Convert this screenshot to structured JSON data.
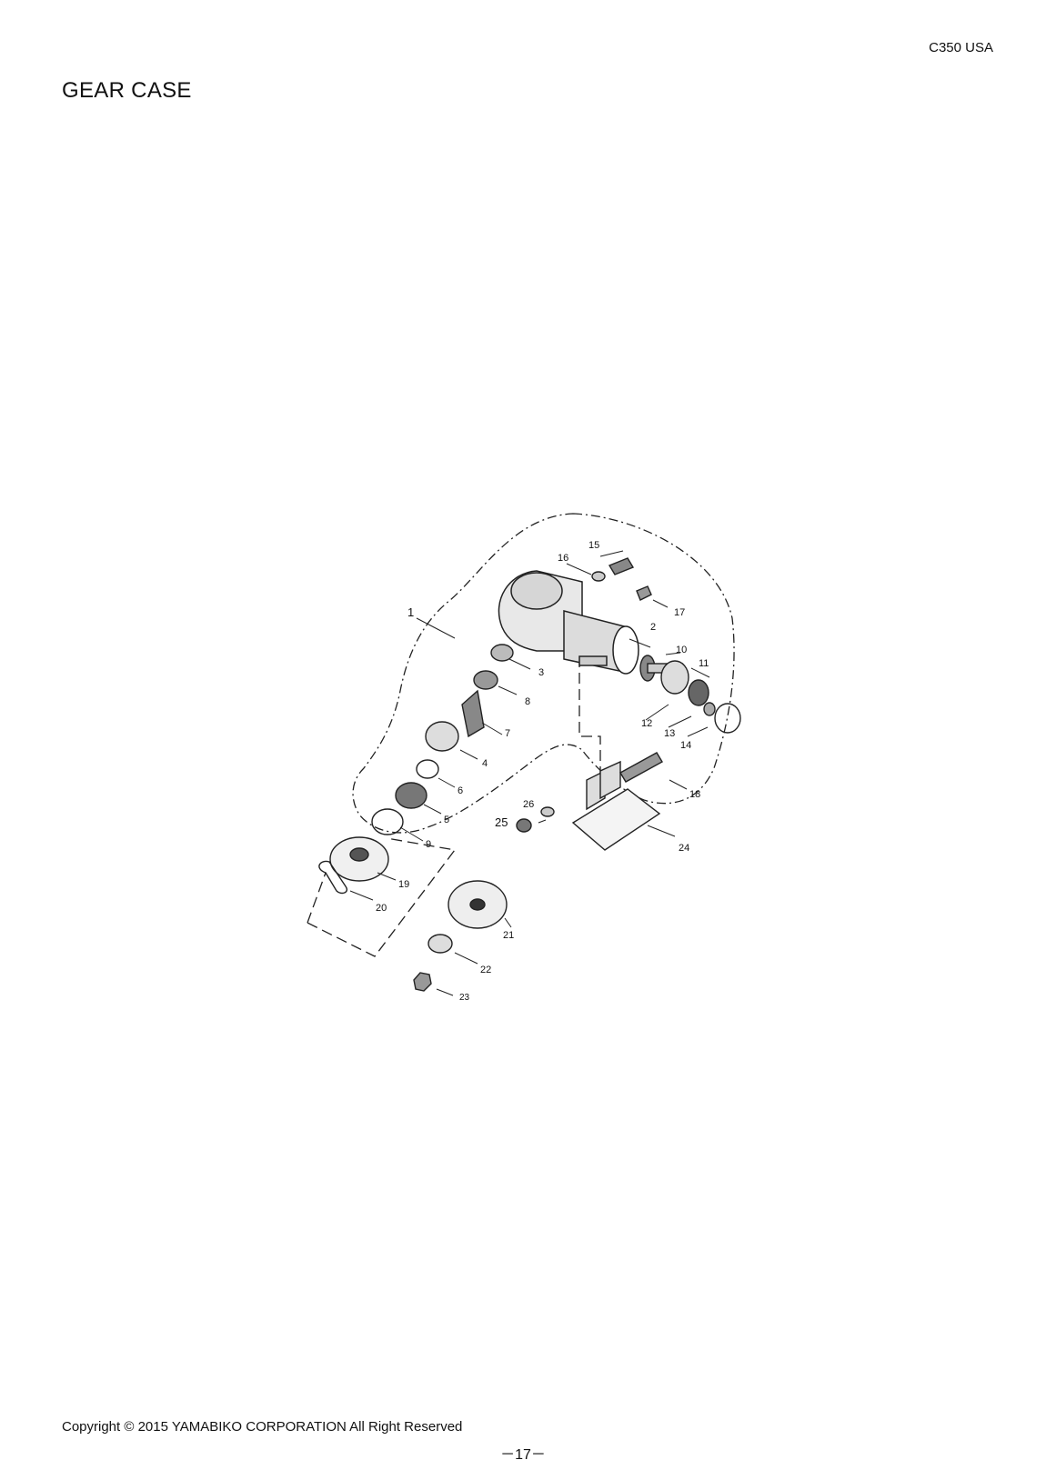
{
  "header": {
    "model_code": "C350 USA",
    "title": "GEAR CASE"
  },
  "parts": [
    {
      "id": "1",
      "label": "1"
    },
    {
      "id": "2",
      "label": "2"
    },
    {
      "id": "3",
      "label": "3"
    },
    {
      "id": "4",
      "label": "4"
    },
    {
      "id": "5",
      "label": "5"
    },
    {
      "id": "6",
      "label": "6"
    },
    {
      "id": "7",
      "label": "7"
    },
    {
      "id": "8",
      "label": "8"
    },
    {
      "id": "9",
      "label": "9"
    },
    {
      "id": "10",
      "label": "10"
    },
    {
      "id": "11",
      "label": "11"
    },
    {
      "id": "12",
      "label": "12"
    },
    {
      "id": "13",
      "label": "13"
    },
    {
      "id": "14",
      "label": "14"
    },
    {
      "id": "15",
      "label": "15"
    },
    {
      "id": "16",
      "label": "16"
    },
    {
      "id": "17",
      "label": "17"
    },
    {
      "id": "18",
      "label": "18"
    },
    {
      "id": "19",
      "label": "19"
    },
    {
      "id": "20",
      "label": "20"
    },
    {
      "id": "21",
      "label": "21"
    },
    {
      "id": "22",
      "label": "22"
    },
    {
      "id": "23",
      "label": "23"
    },
    {
      "id": "24",
      "label": "24"
    },
    {
      "id": "25",
      "label": "25"
    },
    {
      "id": "26",
      "label": "26"
    }
  ],
  "footer": {
    "copyright": "Copyright © 2015 YAMABIKO CORPORATION All Right Reserved",
    "page_number": "－17－"
  }
}
